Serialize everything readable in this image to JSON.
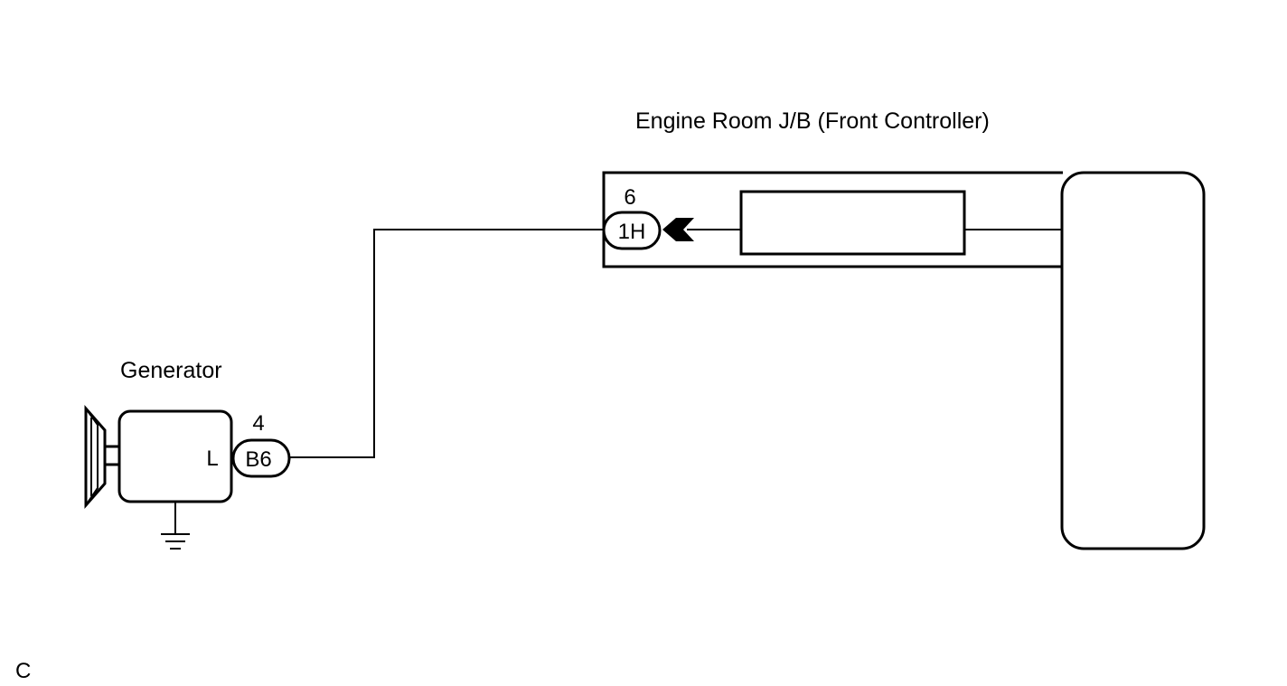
{
  "diagram": {
    "junction_block": {
      "title": "Engine Room J/B (Front Controller)",
      "connector": "1H",
      "pin": "6"
    },
    "generator": {
      "title": "Generator",
      "terminal": "L",
      "connector": "B6",
      "pin": "4"
    },
    "figure_code": "C"
  },
  "colors": {
    "line": "#000000",
    "background": "#ffffff"
  },
  "icons": [
    "pulley-icon",
    "ground-icon",
    "connector-arrow-icon"
  ]
}
